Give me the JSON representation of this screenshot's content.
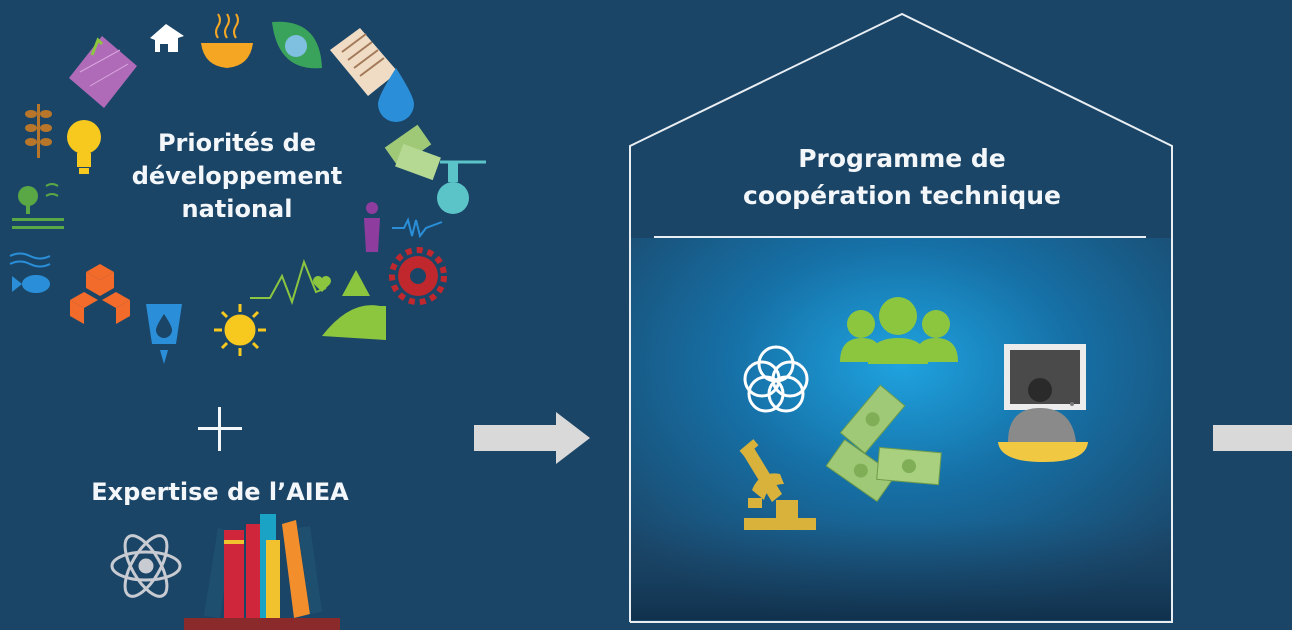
{
  "left": {
    "development_title": "Priorités de\ndéveloppement\nnational",
    "expertise_title": "Expertise de l’AIEA"
  },
  "center": {
    "programme_title": "Programme de\ncoopération technique"
  },
  "colors": {
    "background": "#1b4567",
    "glow": "#1f9bd6",
    "house_outline": "#e9eef3",
    "arrow": "#d9d9d9",
    "people_green": "#8cc63f",
    "money_green": "#9fc977",
    "microscope_gold": "#d8b23a",
    "user_yellow": "#f1c842"
  }
}
